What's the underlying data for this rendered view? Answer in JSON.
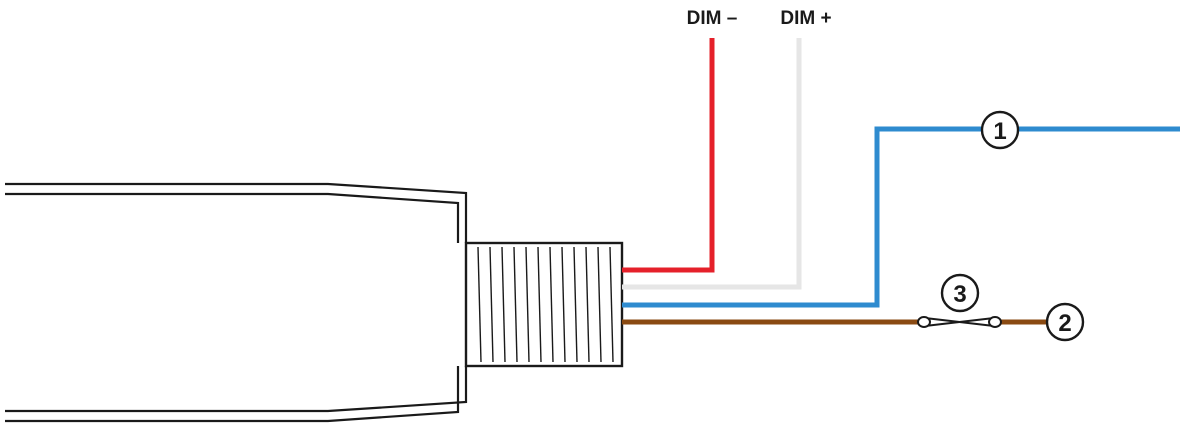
{
  "labels": {
    "dim_minus": "DIM –",
    "dim_plus": "DIM +"
  },
  "callouts": {
    "c1": "1",
    "c2": "2",
    "c3": "3"
  },
  "colors": {
    "dim_minus_wire": "#e5202a",
    "dim_plus_wire": "#e6e6e6",
    "blue_wire": "#2e8bcf",
    "brown_wire": "#8a4a12",
    "outline": "#1a1a1a"
  }
}
